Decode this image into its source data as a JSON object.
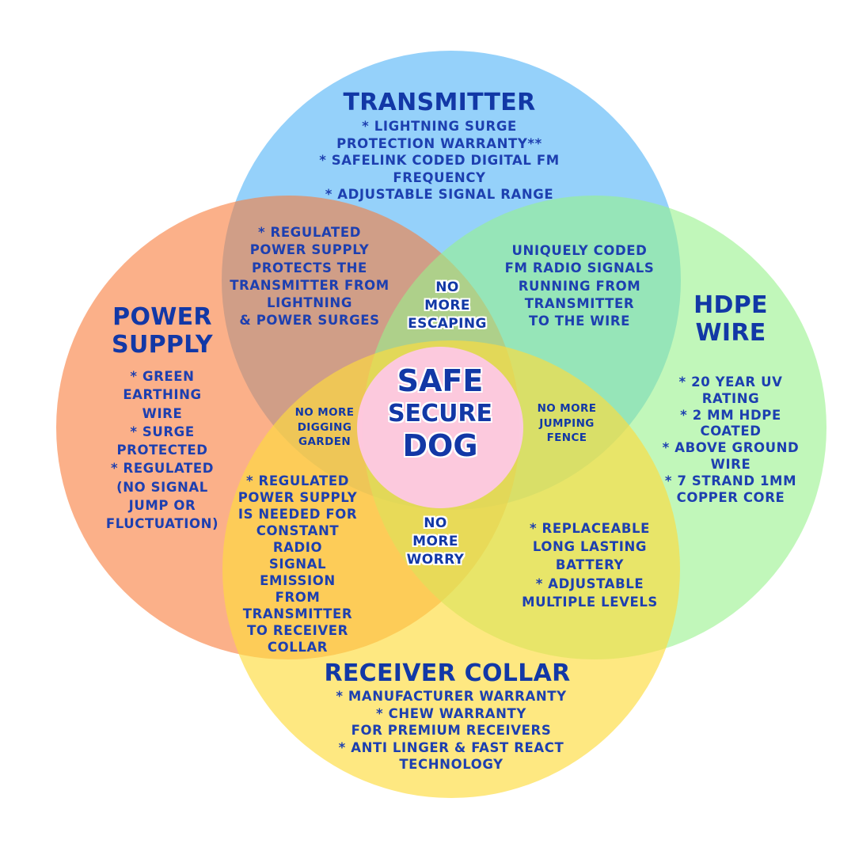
{
  "colors": {
    "transmitter": "#8fd1fb",
    "power_supply": "#fcb087",
    "hdpe_wire": "#bef8b6",
    "receiver_collar": "#fee87a",
    "title_text": "#1238a6",
    "body_text": "#1d3fb0"
  },
  "sets": {
    "transmitter": {
      "title": "TRANSMITTER",
      "lines": [
        "* LIGHTNING SURGE",
        "PROTECTION WARRANTY**",
        "* SAFELINK CODED DIGITAL FM",
        "FREQUENCY",
        "* ADJUSTABLE SIGNAL RANGE"
      ]
    },
    "power_supply": {
      "title_lines": [
        "POWER",
        "SUPPLY"
      ],
      "lines": [
        "* GREEN",
        "EARTHING",
        "WIRE",
        "* SURGE",
        "PROTECTED",
        "* REGULATED",
        "(NO SIGNAL",
        "JUMP OR",
        "FLUCTUATION)"
      ]
    },
    "hdpe_wire": {
      "title_lines": [
        "HDPE",
        "WIRE"
      ],
      "lines": [
        "* 20 YEAR UV",
        "RATING",
        "* 2 MM HDPE",
        "COATED",
        "* ABOVE GROUND",
        "WIRE",
        "* 7 STRAND 1MM",
        "COPPER CORE"
      ]
    },
    "receiver_collar": {
      "title": "RECEIVER COLLAR",
      "lines": [
        "* MANUFACTURER WARRANTY",
        "* CHEW WARRANTY",
        "FOR PREMIUM RECEIVERS",
        "* ANTI LINGER & FAST REACT",
        "TECHNOLOGY"
      ]
    }
  },
  "overlaps": {
    "transmitter_power": [
      "* REGULATED",
      "POWER SUPPLY",
      "PROTECTS THE",
      "TRANSMITTER FROM",
      "LIGHTNING",
      "& POWER SURGES"
    ],
    "transmitter_hdpe": [
      "UNIQUELY CODED",
      "FM RADIO SIGNALS",
      "RUNNING FROM",
      "TRANSMITTER",
      "TO THE WIRE"
    ],
    "power_receiver": [
      "* REGULATED",
      "POWER SUPPLY",
      "IS NEEDED FOR",
      "CONSTANT",
      "RADIO",
      "SIGNAL",
      "EMISSION",
      "FROM",
      "TRANSMITTER",
      "TO RECEIVER",
      "COLLAR"
    ],
    "hdpe_receiver": [
      "* REPLACEABLE",
      "LONG LASTING",
      "BATTERY",
      "* ADJUSTABLE",
      "MULTIPLE LEVELS"
    ],
    "top": [
      "NO",
      "MORE",
      "ESCAPING"
    ],
    "left": [
      "NO MORE",
      "DIGGING",
      "GARDEN"
    ],
    "right": [
      "NO MORE",
      "JUMPING",
      "FENCE"
    ],
    "bottom": [
      "NO",
      "MORE",
      "WORRY"
    ]
  },
  "center": [
    "SAFE",
    "SECURE",
    "DOG"
  ]
}
